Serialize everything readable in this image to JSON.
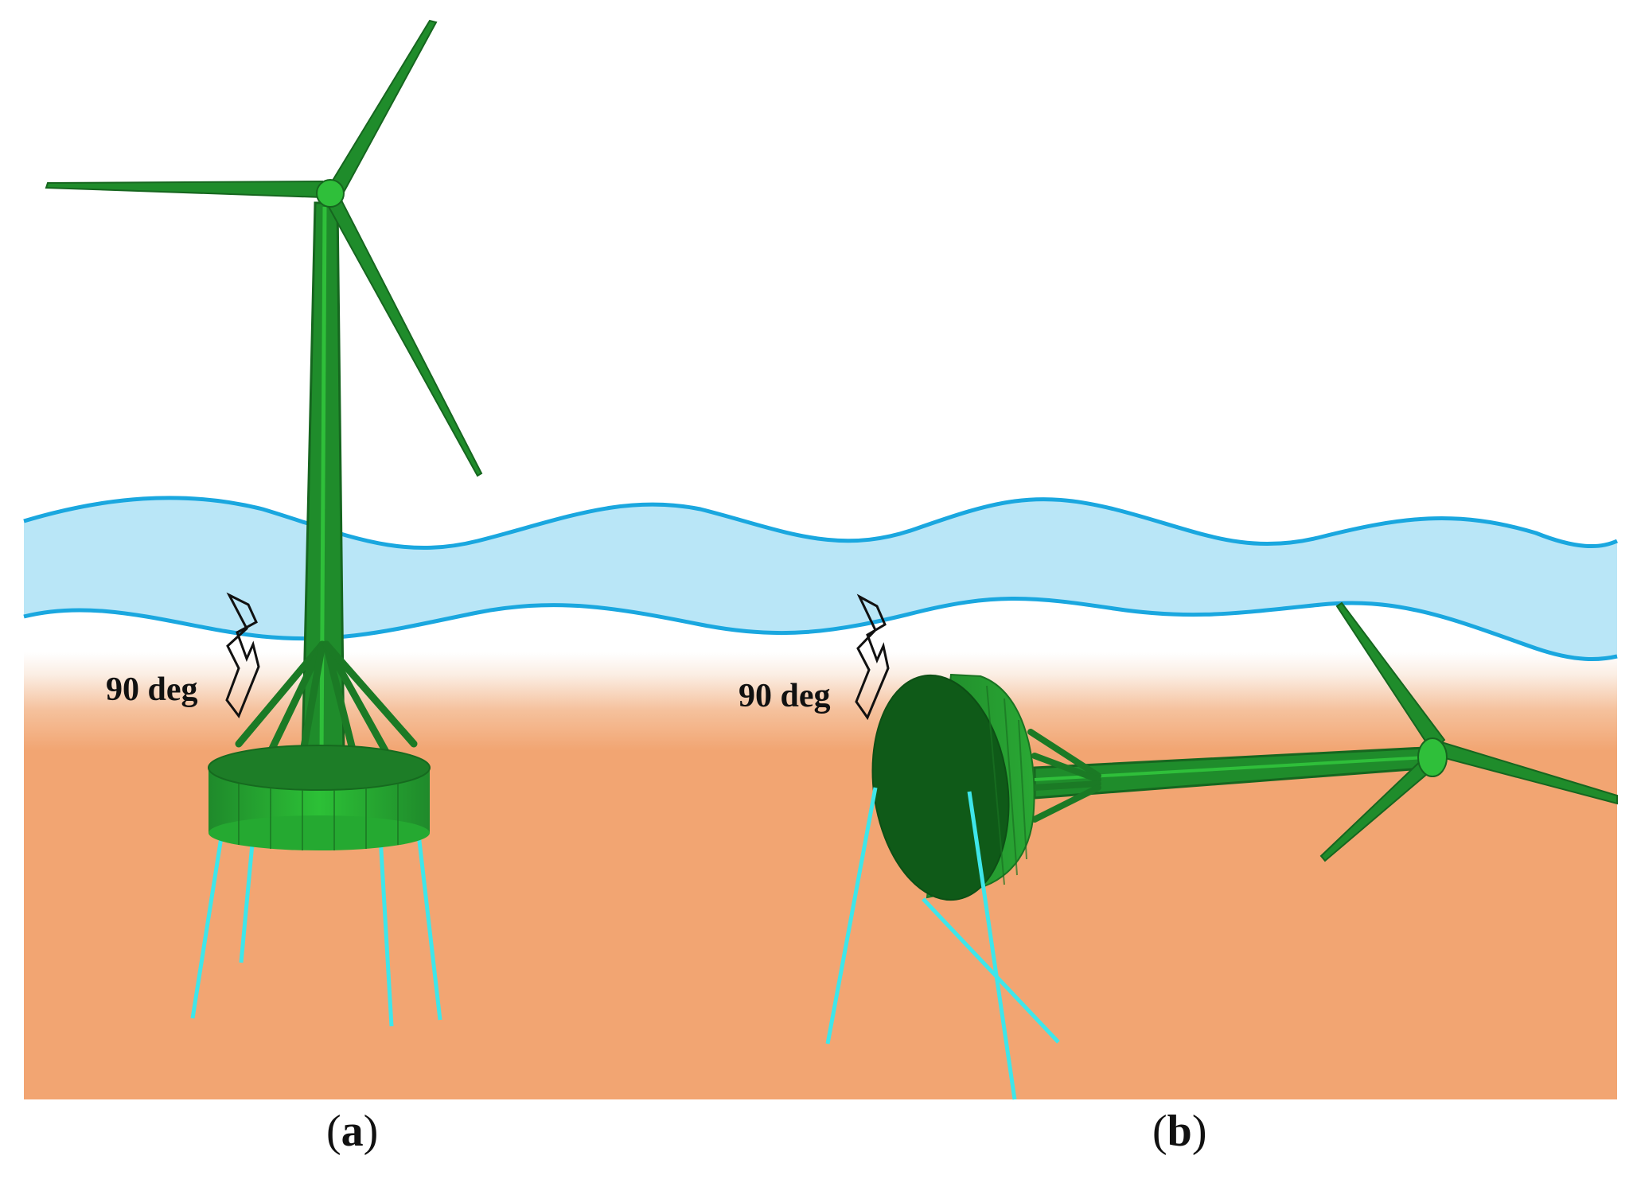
{
  "panels": [
    {
      "id": "a",
      "caption_letter": "a",
      "angle_label": "90 deg"
    },
    {
      "id": "b",
      "caption_letter": "b",
      "angle_label": "90 deg"
    }
  ],
  "colors": {
    "sea_band": "#b9e6f7",
    "wave_line": "#1aa7df",
    "seabed": "#f2a572",
    "structure_dark": "#16661f",
    "structure_mid": "#1f8c2b",
    "structure_light": "#2fbf3a",
    "mooring_line": "#3ee6ea"
  }
}
